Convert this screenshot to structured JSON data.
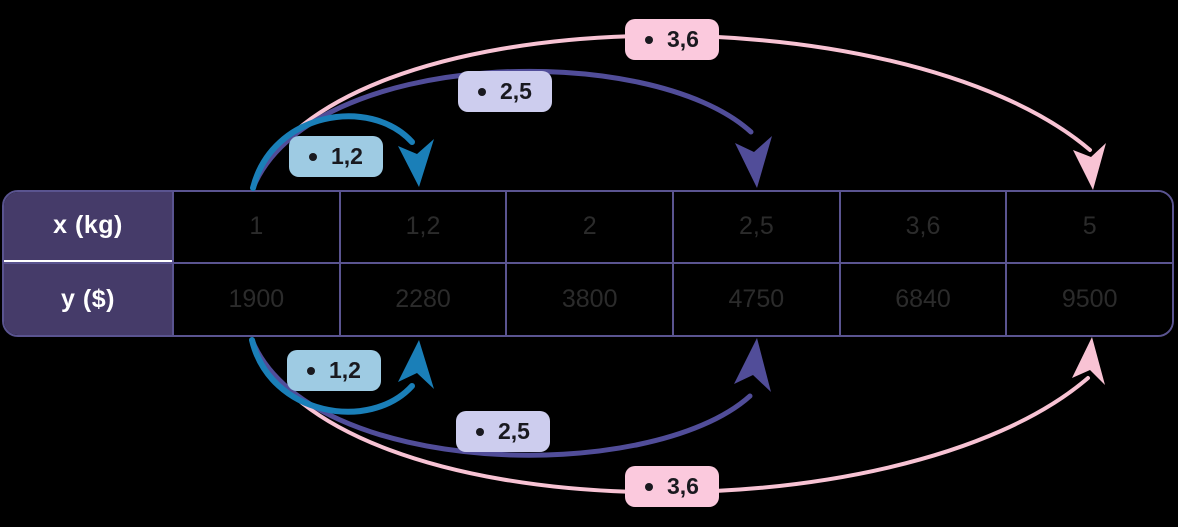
{
  "chart_data": {
    "type": "table",
    "title": "",
    "row_headers": [
      "x (kg)",
      "y ($)"
    ],
    "categories": [
      "1",
      "1,2",
      "2",
      "2,5",
      "3,6",
      "5"
    ],
    "series": [
      {
        "name": "x (kg)",
        "values": [
          "1",
          "1,2",
          "2",
          "2,5",
          "3,6",
          "5"
        ]
      },
      {
        "name": "y ($)",
        "values": [
          "1900",
          "2280",
          "3800",
          "4750",
          "6840",
          "9500"
        ]
      }
    ],
    "annotations": [
      {
        "id": "top-blue",
        "label": "1,2",
        "color": "#1a7fb8",
        "from_column": 0,
        "to_column": 1,
        "row": "x (kg)",
        "position": "above"
      },
      {
        "id": "top-lavender",
        "label": "2,5",
        "color": "#514d99",
        "from_column": 0,
        "to_column": 3,
        "row": "x (kg)",
        "position": "above"
      },
      {
        "id": "top-pink",
        "label": "3,6",
        "color": "#f8c3d4",
        "from_column": 0,
        "to_column": 5,
        "row": "x (kg)",
        "position": "above"
      },
      {
        "id": "bottom-blue",
        "label": "1,2",
        "color": "#1a7fb8",
        "from_column": 0,
        "to_column": 1,
        "row": "y ($)",
        "position": "below"
      },
      {
        "id": "bottom-lavender",
        "label": "2,5",
        "color": "#514d99",
        "from_column": 0,
        "to_column": 3,
        "row": "y ($)",
        "position": "below"
      },
      {
        "id": "bottom-pink",
        "label": "3,6",
        "color": "#f8c3d4",
        "from_column": 0,
        "to_column": 5,
        "row": "y ($)",
        "position": "below"
      }
    ]
  },
  "table": {
    "row_x": {
      "header": "x (kg)",
      "cells": [
        "1",
        "1,2",
        "2",
        "2,5",
        "3,6",
        "5"
      ]
    },
    "row_y": {
      "header": "y ($)",
      "cells": [
        "1900",
        "2280",
        "3800",
        "4750",
        "6840",
        "9500"
      ]
    }
  },
  "badges": {
    "top": [
      {
        "multiplier": "1,2",
        "color": "#9ecbe3"
      },
      {
        "multiplier": "2,5",
        "color": "#cdcdee"
      },
      {
        "multiplier": "3,6",
        "color": "#fbc9dd"
      }
    ],
    "bottom": [
      {
        "multiplier": "1,2",
        "color": "#9ecbe3"
      },
      {
        "multiplier": "2,5",
        "color": "#cdcdee"
      },
      {
        "multiplier": "3,6",
        "color": "#fbc9dd"
      }
    ]
  },
  "colors": {
    "background": "#000000",
    "header_fill": "#453b69",
    "border": "#5a5490",
    "cell_text": "#2b2b2b",
    "arrow_blue": "#1a7fb8",
    "arrow_purple": "#514d99",
    "arrow_pink": "#f8c3d4"
  }
}
